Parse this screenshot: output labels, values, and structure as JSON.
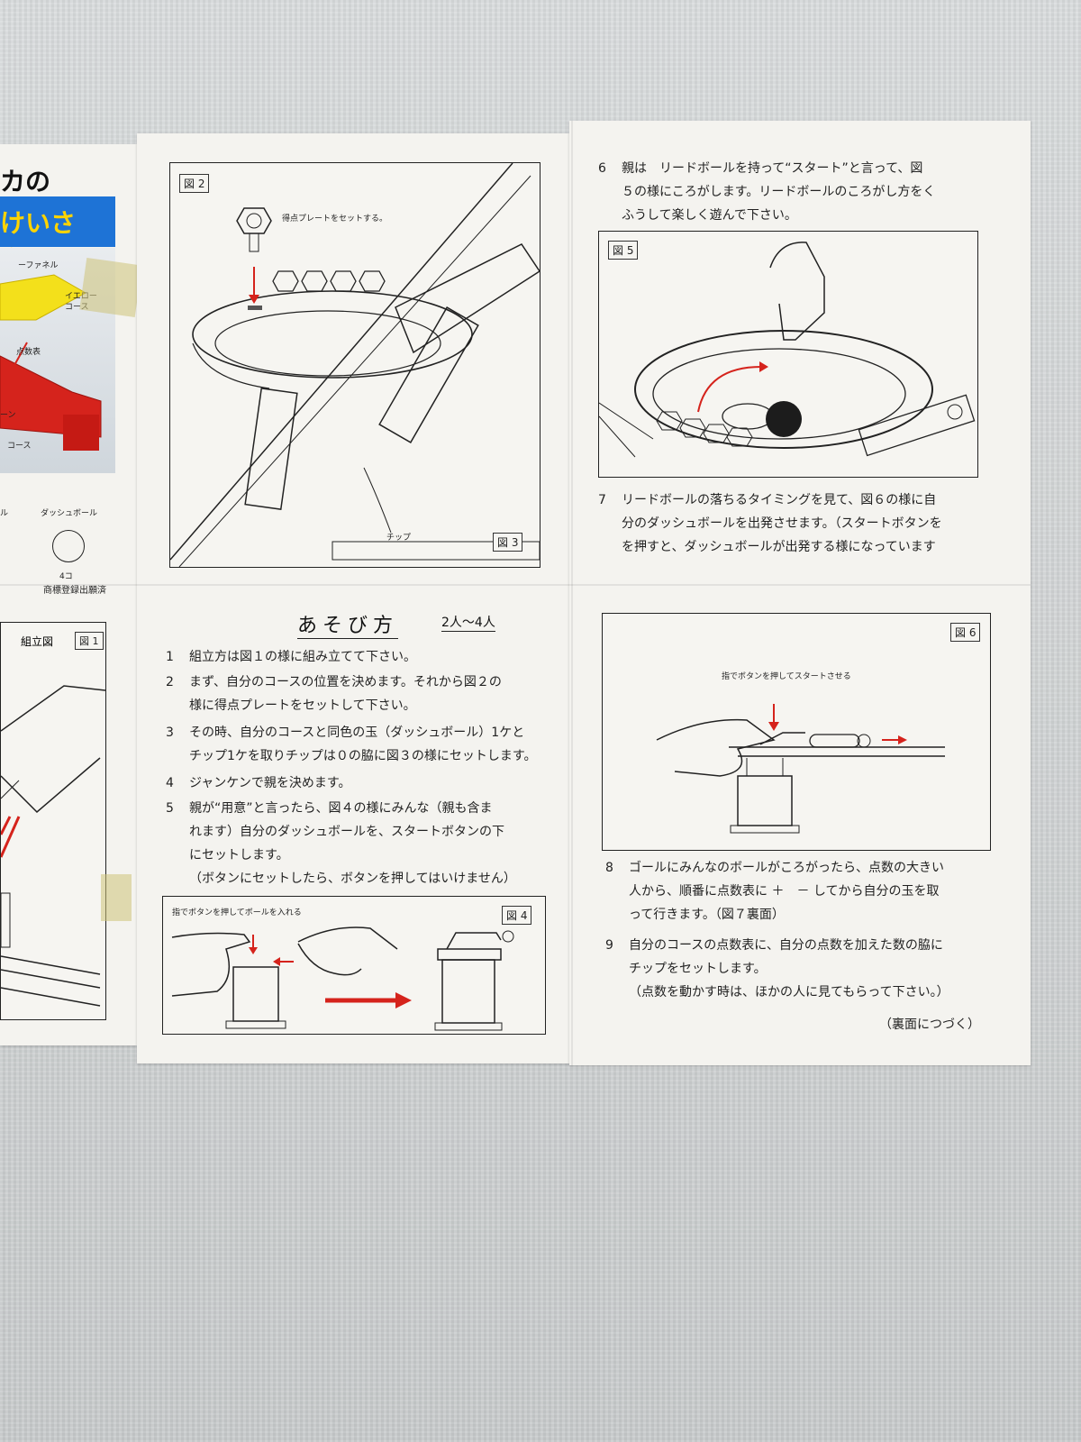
{
  "left_panel": {
    "title_fragment": "カの",
    "banner_fragment": "けいさん",
    "labels": {
      "funnel": "ーファネル",
      "yellow_course": "イエロー\nコース",
      "score_table": "点数表",
      "lane": "ーン",
      "course": "コース",
      "dash_ball": "ダッシュボール",
      "ball_count": "4コ",
      "trademark": "商標登録出願済",
      "assembly": "組立図",
      "fig1": "図 1"
    }
  },
  "figures": {
    "fig2": {
      "tag": "図 2",
      "caption": "得点プレートをセットする。"
    },
    "fig3": {
      "tag": "図 3",
      "chip_label": "チップ"
    },
    "fig4": {
      "tag": "図 4",
      "caption": "指でボタンを押してボールを入れる"
    },
    "fig5": {
      "tag": "図 5"
    },
    "fig6": {
      "tag": "図 6",
      "caption": "指でボタンを押してスタートさせる"
    }
  },
  "rules": {
    "title": "あそび方",
    "players": "2人～4人",
    "steps": [
      {
        "n": "1",
        "lines": [
          "組立方は図１の様に組み立てて下さい。"
        ]
      },
      {
        "n": "2",
        "lines": [
          "まず、自分のコースの位置を決めます。それから図２の",
          "様に得点プレートをセットして下さい。"
        ]
      },
      {
        "n": "3",
        "lines": [
          "その時、自分のコースと同色の玉（ダッシュボール）1ケと",
          "チップ1ケを取りチップは０の脇に図３の様にセットします。"
        ]
      },
      {
        "n": "4",
        "lines": [
          "ジャンケンで親を決めます。"
        ]
      },
      {
        "n": "5",
        "lines": [
          "親が“用意”と言ったら、図４の様にみんな（親も含ま",
          "れます）自分のダッシュボールを、スタートボタンの下",
          "にセットします。",
          "（ボタンにセットしたら、ボタンを押してはいけません）"
        ]
      },
      {
        "n": "6",
        "lines": [
          "親は　リードボールを持って“スタート”と言って、図",
          "５の様にころがします。リードボールのころがし方をく",
          "ふうして楽しく遊んで下さい。"
        ]
      },
      {
        "n": "7",
        "lines": [
          "リードボールの落ちるタイミングを見て、図６の様に自",
          "分のダッシュボールを出発させます。（スタートボタンを",
          "を押すと、ダッシュボールが出発する様になっています"
        ]
      },
      {
        "n": "8",
        "lines": [
          "ゴールにみんなのボールがころがったら、点数の大きい",
          "人から、順番に点数表に ＋　－ してから自分の玉を取",
          "って行きます。（図７裏面）"
        ]
      },
      {
        "n": "9",
        "lines": [
          "自分のコースの点数表に、自分の点数を加えた数の脇に",
          "チップをセットします。",
          "（点数を動かす時は、ほかの人に見てもらって下さい。）"
        ]
      }
    ],
    "continued": "（裏面につづく）"
  }
}
